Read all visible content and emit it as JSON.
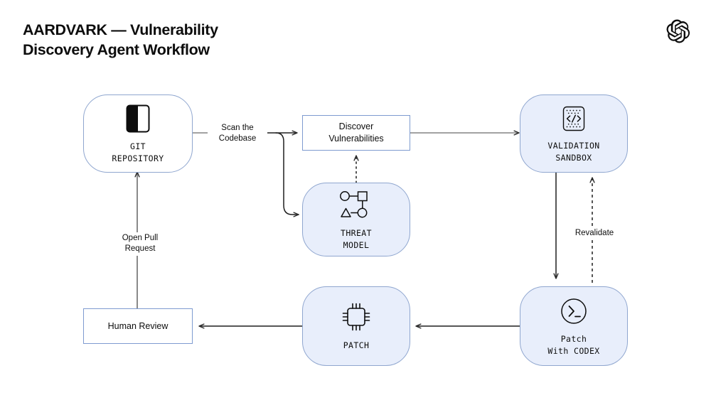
{
  "header": {
    "title": "AARDVARK — Vulnerability\nDiscovery Agent Workflow",
    "logo_name": "openai-blossom-logo"
  },
  "diagram": {
    "type": "flowchart",
    "colors": {
      "node_fill_blue": "#e8eefb",
      "node_fill_white": "#ffffff",
      "node_border": "#8fa6cf",
      "rect_border": "#7e9bd0",
      "edge": "#4a4a4a",
      "text": "#0d0d0d"
    },
    "nodes": [
      {
        "id": "git-repository",
        "label": "GIT\nREPOSITORY",
        "shape": "rounded",
        "fill": "white",
        "icon": "repository-book-icon"
      },
      {
        "id": "discover-vulnerabilities",
        "label": "Discover\nVulnerabilities",
        "shape": "rectangle",
        "fill": "white",
        "icon": ""
      },
      {
        "id": "validation-sandbox",
        "label": "VALIDATION\nSANDBOX",
        "shape": "rounded",
        "fill": "blue",
        "icon": "code-brackets-sandbox-icon"
      },
      {
        "id": "threat-model",
        "label": "THREAT\nMODEL",
        "shape": "rounded",
        "fill": "blue",
        "icon": "node-graph-icon"
      },
      {
        "id": "patch-with-codex",
        "label": "Patch\nWith CODEX",
        "shape": "rounded",
        "fill": "blue",
        "icon": "terminal-prompt-icon"
      },
      {
        "id": "patch",
        "label": "PATCH",
        "shape": "rounded",
        "fill": "blue",
        "icon": "microchip-icon"
      },
      {
        "id": "human-review",
        "label": "Human Review",
        "shape": "rectangle",
        "fill": "white",
        "icon": ""
      }
    ],
    "edges": [
      {
        "id": "scan-codebase",
        "from": "git-repository",
        "to": "discover-vulnerabilities",
        "label": "Scan the\nCodebase",
        "style": "solid",
        "arrow": true
      },
      {
        "id": "scan-codebase-threat",
        "from": "git-repository",
        "to": "threat-model",
        "label": "",
        "style": "solid",
        "arrow": true
      },
      {
        "id": "threat-informs-discovery",
        "from": "threat-model",
        "to": "discover-vulnerabilities",
        "label": "",
        "style": "dashed",
        "arrow": true
      },
      {
        "id": "discover-to-sandbox",
        "from": "discover-vulnerabilities",
        "to": "validation-sandbox",
        "label": "",
        "style": "solid",
        "arrow": true
      },
      {
        "id": "sandbox-to-codex",
        "from": "validation-sandbox",
        "to": "patch-with-codex",
        "label": "",
        "style": "solid",
        "arrow": true
      },
      {
        "id": "revalidate",
        "from": "patch-with-codex",
        "to": "validation-sandbox",
        "label": "Revalidate",
        "style": "dashed",
        "arrow": true
      },
      {
        "id": "codex-to-patch",
        "from": "patch-with-codex",
        "to": "patch",
        "label": "",
        "style": "solid",
        "arrow": true
      },
      {
        "id": "patch-to-review",
        "from": "patch",
        "to": "human-review",
        "label": "",
        "style": "solid",
        "arrow": true
      },
      {
        "id": "open-pull-request",
        "from": "human-review",
        "to": "git-repository",
        "label": "Open Pull\nRequest",
        "style": "solid",
        "arrow": true
      }
    ]
  }
}
